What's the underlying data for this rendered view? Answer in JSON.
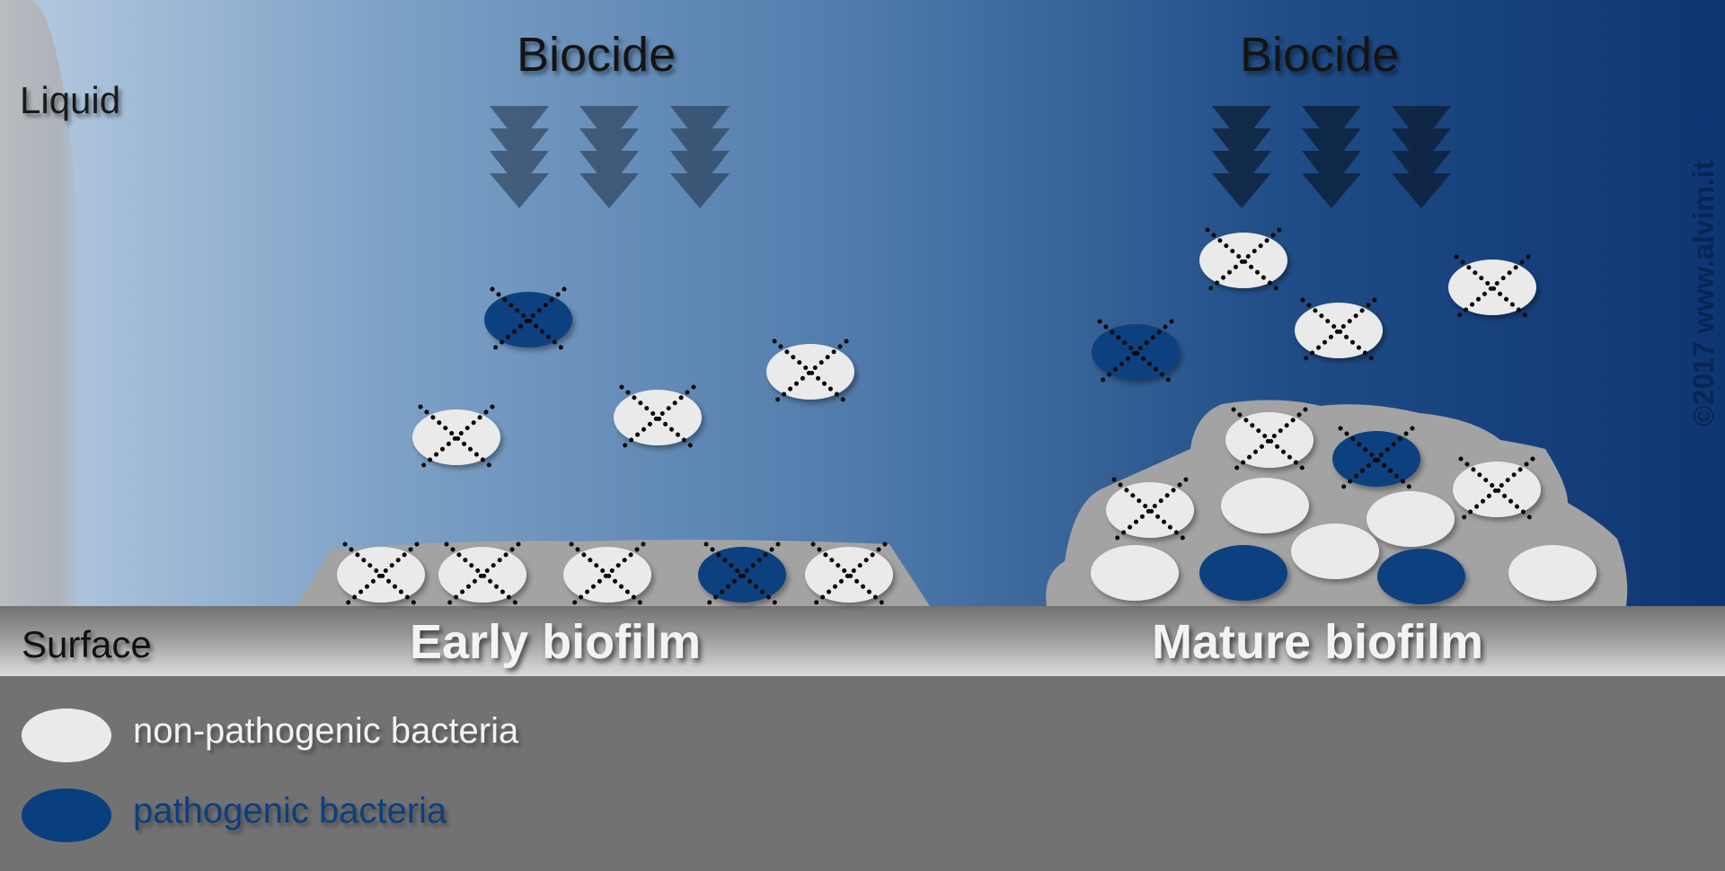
{
  "labels": {
    "liquid": "Liquid",
    "surface": "Surface",
    "biocide_left": "Biocide",
    "biocide_right": "Biocide",
    "early_biofilm": "Early biofilm",
    "mature_biofilm": "Mature biofilm",
    "copyright": "©2017 www.alvim.it"
  },
  "legend": {
    "items": [
      {
        "label": "non-pathogenic bacteria",
        "color": "#eaeaea"
      },
      {
        "label": "pathogenic bacteria",
        "color": "#0a3f7f"
      }
    ]
  },
  "colors": {
    "non_pathogenic": "#eaeaea",
    "pathogenic": "#0a3f7f",
    "biofilm_matrix": "#a3a3a3",
    "arrow": "#1e2f45"
  },
  "diagram": {
    "biocide_arrow_groups": 2,
    "arrows_per_group": 3,
    "killed_marker": "dotted-x",
    "early_biofilm": {
      "cells_killed": 9,
      "cells_surviving": 0
    },
    "mature_biofilm": {
      "cells_killed": 8,
      "cells_surviving": 7
    }
  }
}
